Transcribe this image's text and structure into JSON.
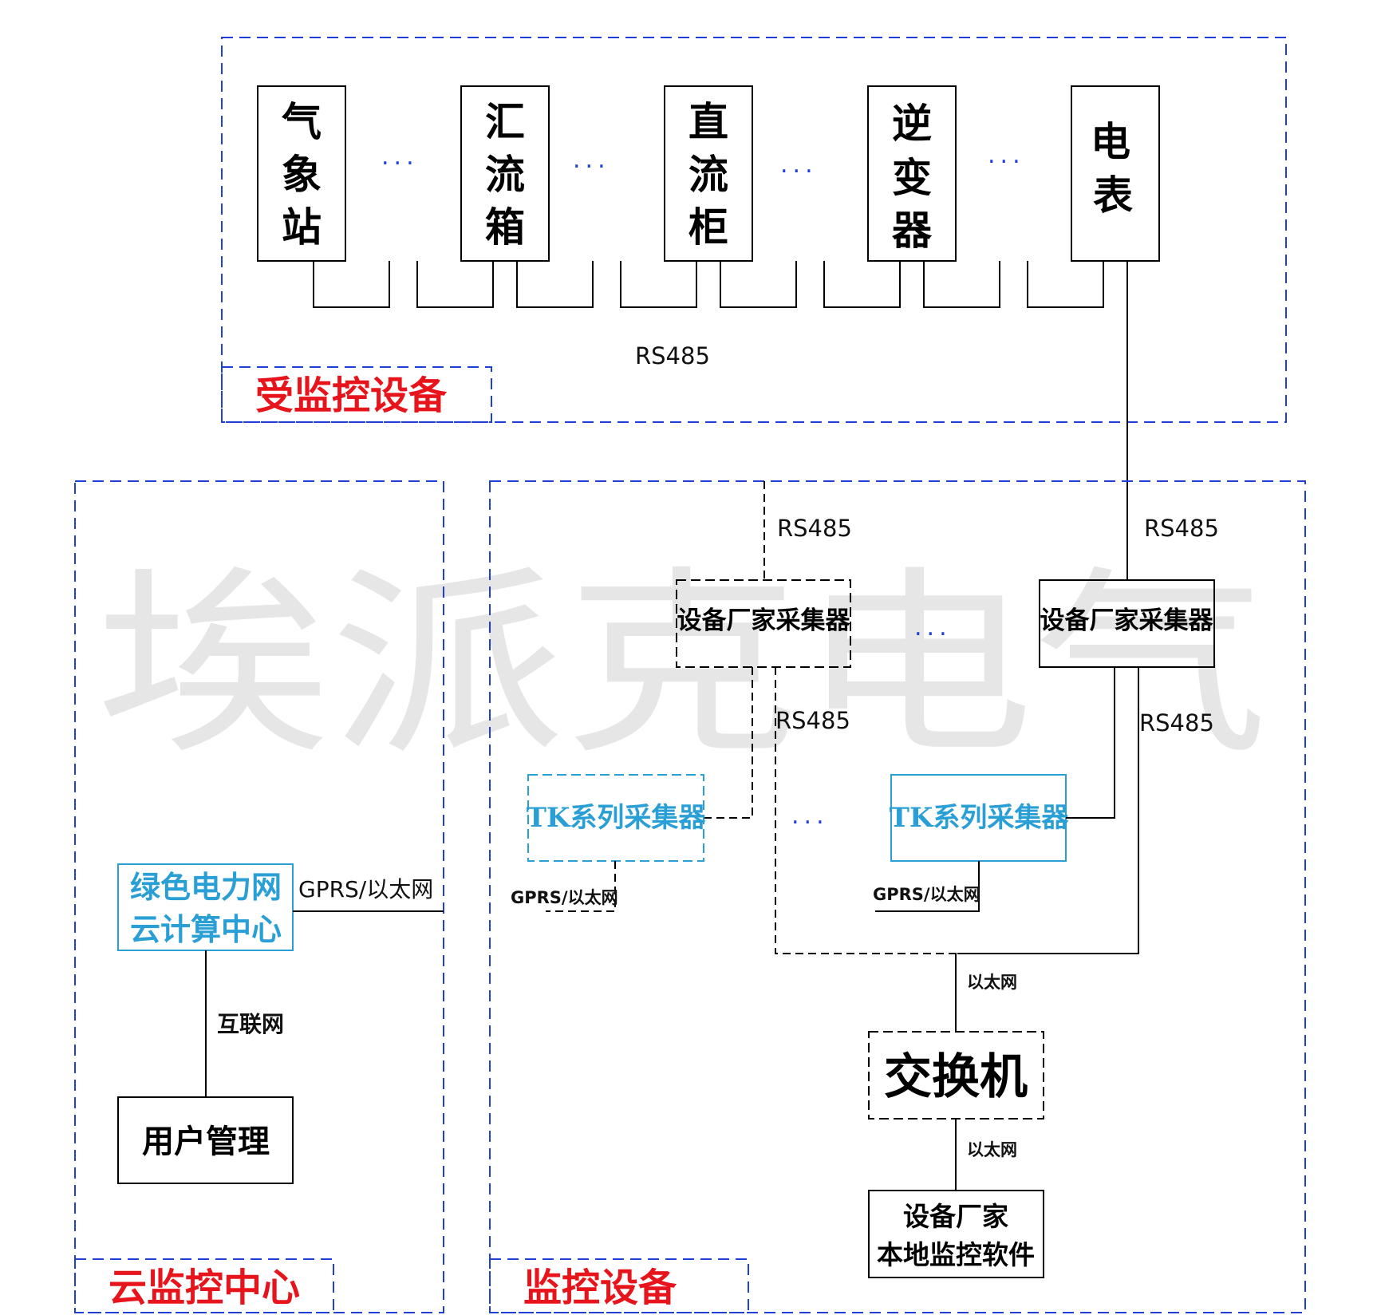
{
  "watermark": "埃派克电气",
  "colors": {
    "region_border": "#1f3fd6",
    "region_label": "#e8141c",
    "tk_accent": "#2a9fd6",
    "line": "#000000"
  },
  "regions": {
    "monitored": {
      "label": "受监控设备"
    },
    "cloud": {
      "label": "云监控中心"
    },
    "monitoring": {
      "label": "监控设备"
    }
  },
  "devices": [
    {
      "label_chars": [
        "气",
        "象",
        "站"
      ]
    },
    {
      "label_chars": [
        "汇",
        "流",
        "箱"
      ]
    },
    {
      "label_chars": [
        "直",
        "流",
        "柜"
      ]
    },
    {
      "label_chars": [
        "逆",
        "变",
        "器"
      ]
    },
    {
      "label_chars": [
        "电",
        "表"
      ]
    }
  ],
  "ellipsis": "...",
  "bus_label": "RS485",
  "collectors": {
    "vendor_left": {
      "label": "设备厂家采集器",
      "rs_top": "RS485",
      "rs_bottom": "RS485"
    },
    "vendor_right": {
      "label": "设备厂家采集器",
      "rs_top": "RS485",
      "rs_bottom": "RS485"
    },
    "tk_left": {
      "label": "TK系列采集器",
      "link": "GPRS/以太网"
    },
    "tk_right": {
      "label": "TK系列采集器",
      "link": "GPRS/以太网"
    }
  },
  "switch": {
    "label": "交换机",
    "link_top": "以太网",
    "link_bottom": "以太网"
  },
  "local_software": {
    "line1": "设备厂家",
    "line2": "本地监控软件"
  },
  "cloud_center": {
    "line1": "绿色电力网",
    "line2": "云计算中心",
    "link": "GPRS/以太网",
    "internet": "互联网"
  },
  "user_management": {
    "label": "用户管理"
  }
}
